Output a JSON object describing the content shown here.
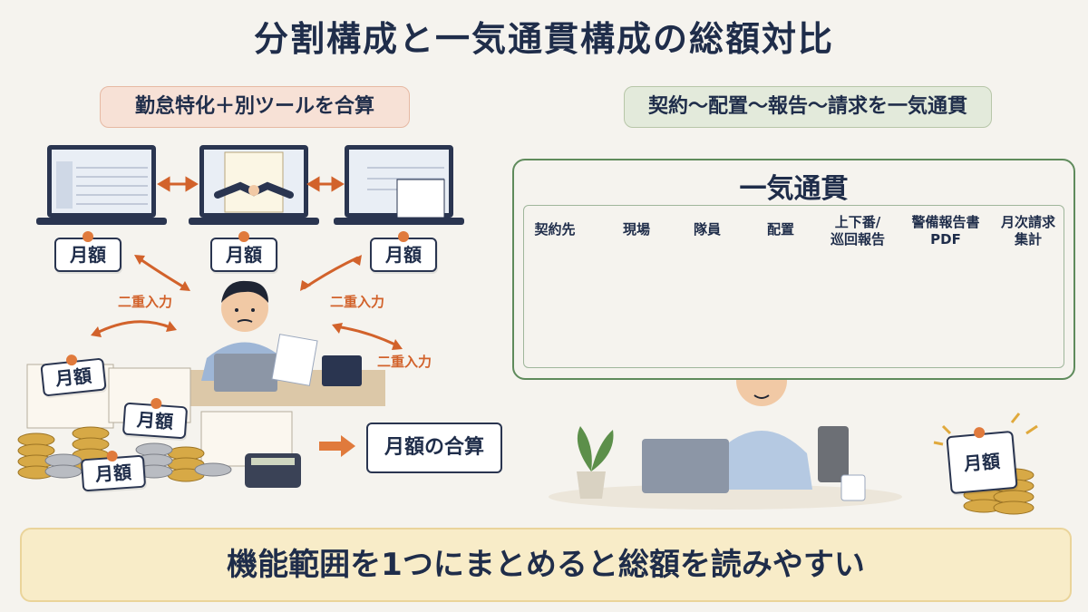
{
  "title": "分割構成と一気通貫構成の総額対比",
  "left": {
    "header": "勤怠特化＋別ツールを合算",
    "tags": [
      "月額",
      "月額",
      "月額",
      "月額",
      "月額",
      "月額"
    ],
    "double_entry": [
      "二重入力",
      "二重入力",
      "二重入力"
    ],
    "sum_label": "月額の合算"
  },
  "right": {
    "header": "契約〜配置〜報告〜請求を一気通貫",
    "frame_title": "一気通貫",
    "steps": [
      {
        "label": "契約先"
      },
      {
        "label": "現場"
      },
      {
        "label": "隊員"
      },
      {
        "label": "配置"
      },
      {
        "label": "上下番/\n巡回報告"
      },
      {
        "label": "警備報告書\nPDF"
      },
      {
        "label": "月次請求\n集計"
      }
    ],
    "tag": "月額"
  },
  "bottom_message": "機能範囲を1つにまとめると総額を読みやすい",
  "colors": {
    "navy": "#1f2d4a",
    "orange": "#e07a3c",
    "green": "#5f8b5c",
    "left_pill": "#f7e1d6",
    "right_pill": "#e3eadb",
    "bottom_bar": "#f8ecc8"
  }
}
